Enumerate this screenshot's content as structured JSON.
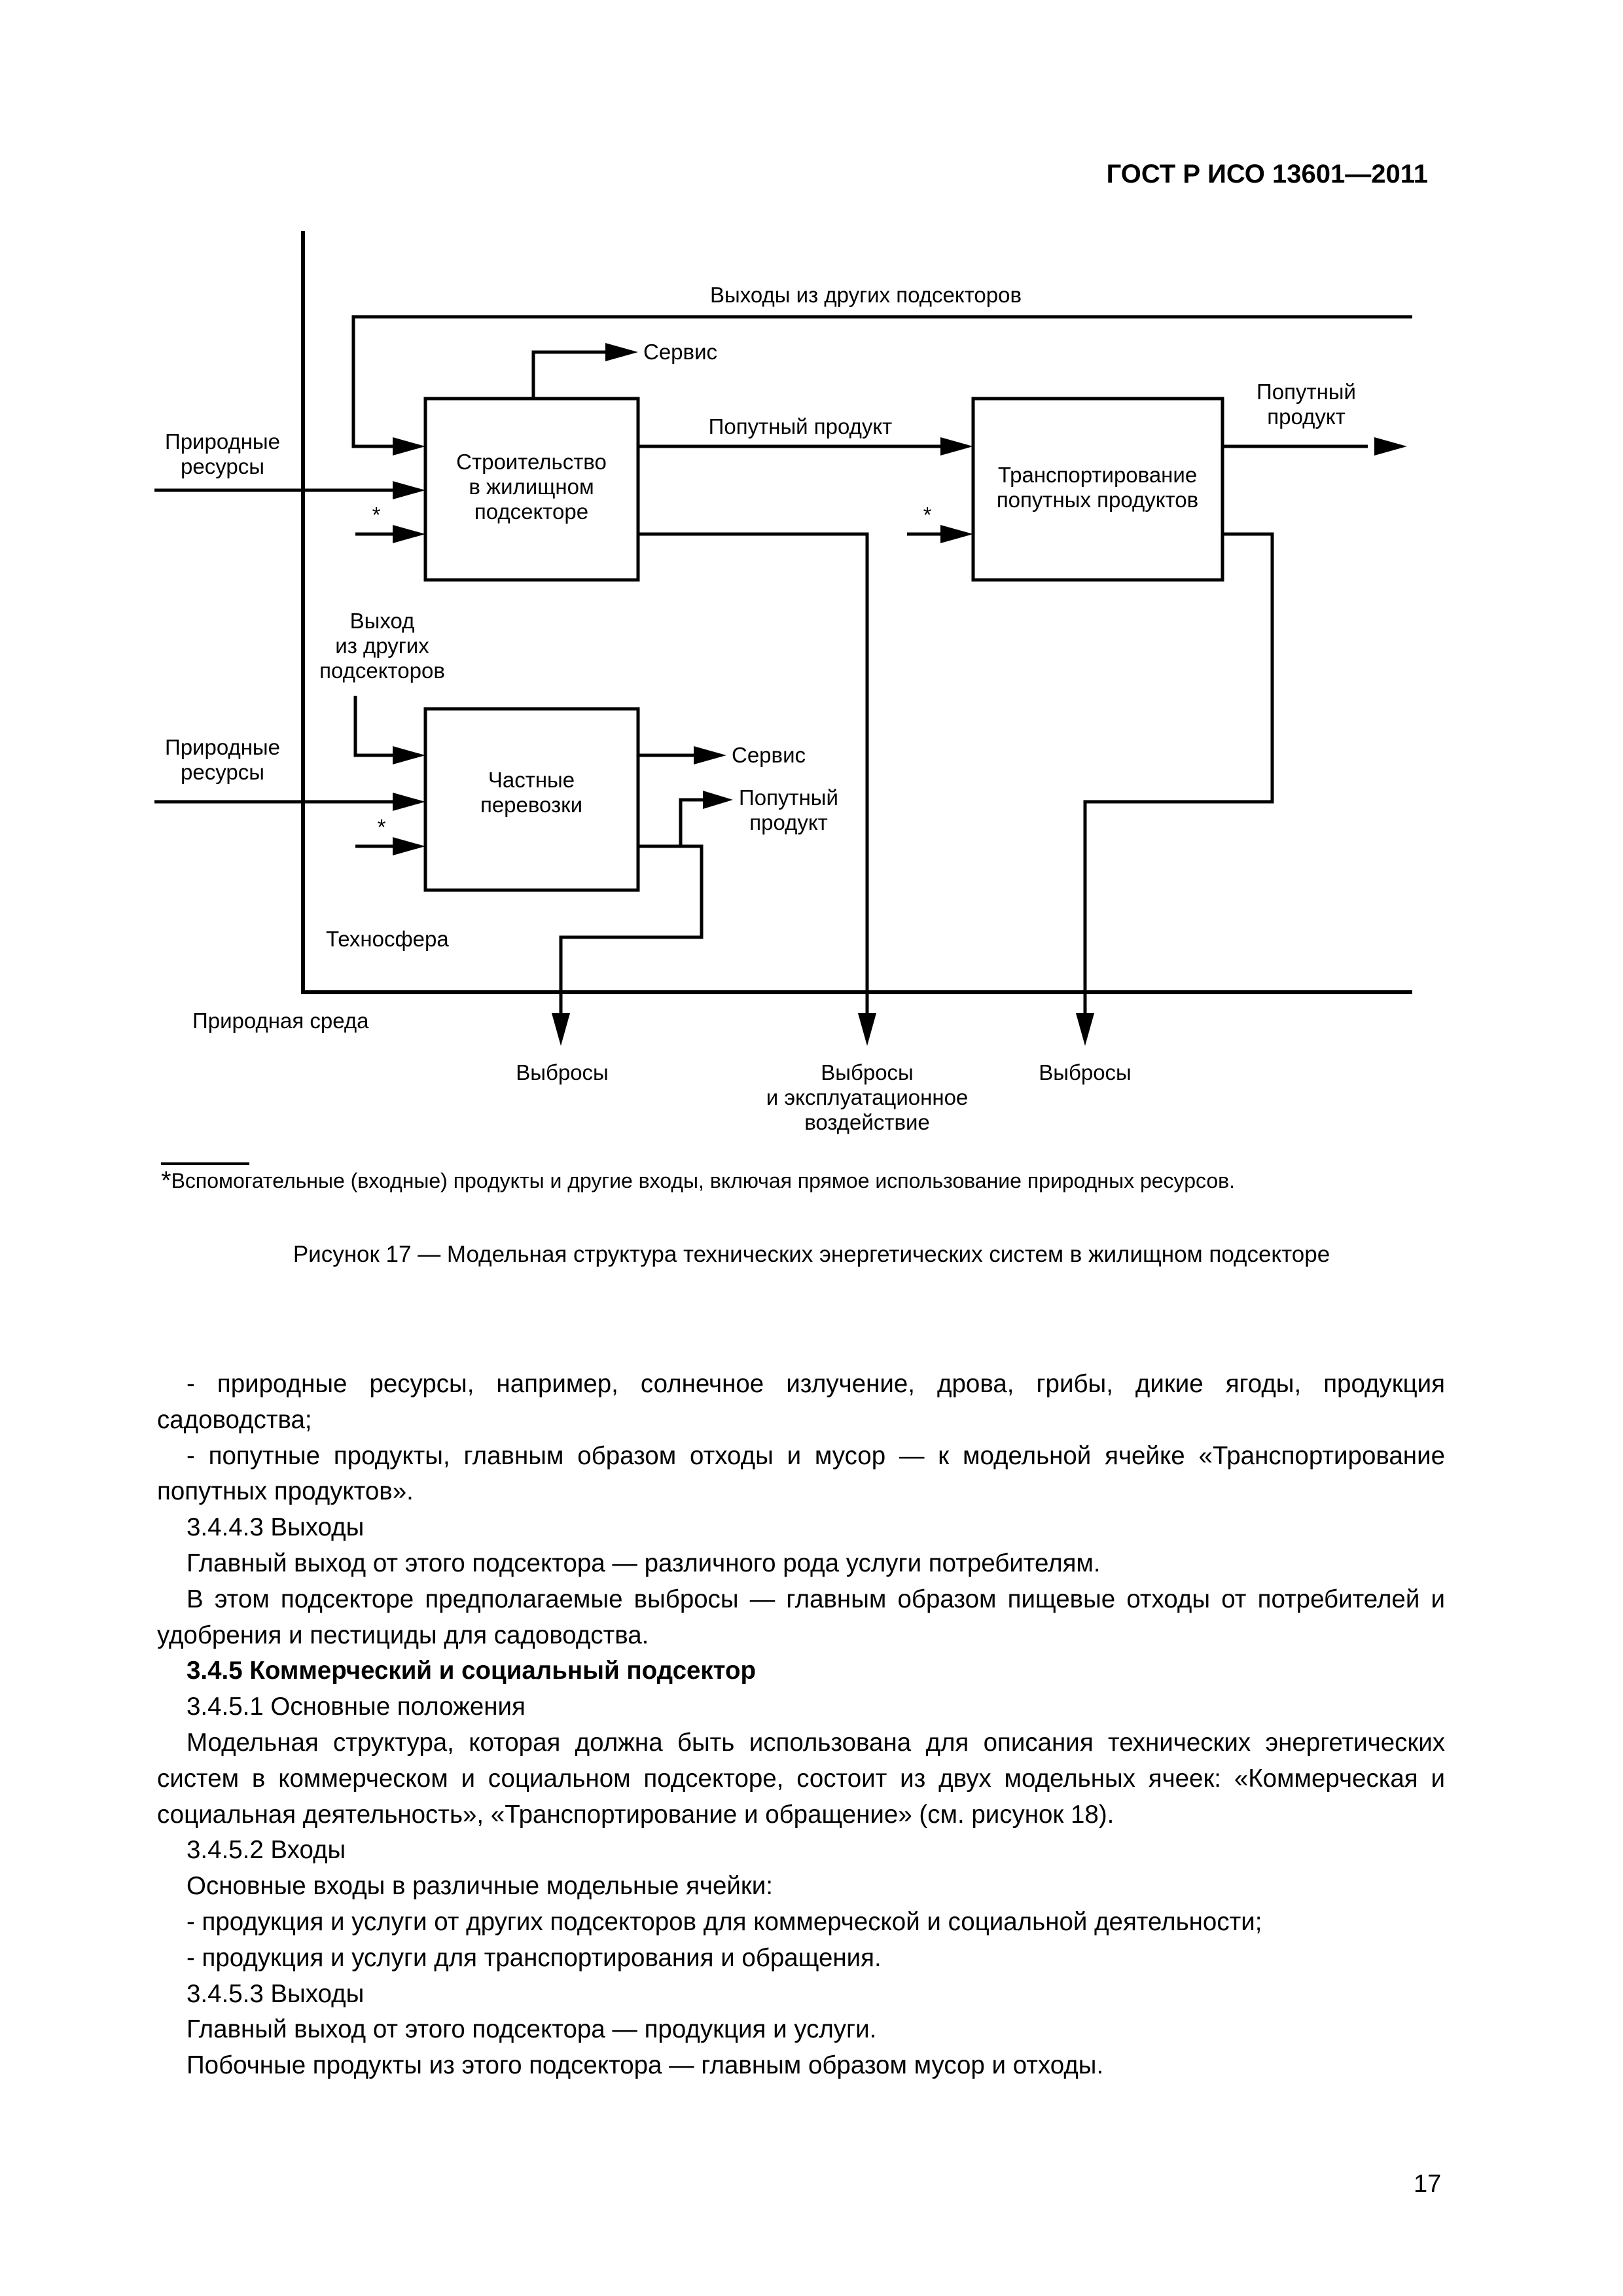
{
  "header": {
    "doc_id": "ГОСТ Р ИСО 13601—2011"
  },
  "diagram": {
    "top_label": "Выходы из других подсекторов",
    "service_1": "Сервис",
    "byproduct_1": "Попутный продукт",
    "byproduct_out": [
      "Попутный",
      "продукт"
    ],
    "natural_resources_1": [
      "Природные",
      "ресурсы"
    ],
    "box1": [
      "Строительство",
      "в жилищном",
      "подсекторе"
    ],
    "box2": [
      "Транспортирование",
      "попутных продуктов"
    ],
    "asterisk": "*",
    "other_subsectors_output": [
      "Выход",
      "из других",
      "подсекторов"
    ],
    "natural_resources_2": [
      "Природные",
      "ресурсы"
    ],
    "box3": [
      "Частные",
      "перевозки"
    ],
    "service_2": "Сервис",
    "byproduct_2": [
      "Попутный",
      "продукт"
    ],
    "technosphere": "Техносфера",
    "natural_environment": "Природная среда",
    "emissions_1": "Выбросы",
    "emissions_2": [
      "Выбросы",
      "и эксплуатационное",
      "воздействие"
    ],
    "emissions_3": "Выбросы"
  },
  "footnote": {
    "star": "*",
    "text": "Вспомогательные (входные) продукты и другие входы, включая прямое использование природных ресурсов."
  },
  "caption": "Рисунок 17 — Модельная структура технических энергетических систем в жилищном подсекторе",
  "body": [
    {
      "type": "para",
      "text": "- природные ресурсы, например, солнечное излучение, дрова, грибы, дикие ягоды, продукция садоводства;"
    },
    {
      "type": "para",
      "text": "- попутные продукты, главным образом отходы и мусор — к модельной ячейке «Транспортирование попутных продуктов»."
    },
    {
      "type": "para",
      "text": "3.4.4.3 Выходы"
    },
    {
      "type": "para",
      "text": "Главный выход от этого подсектора — различного рода услуги потребителям."
    },
    {
      "type": "para",
      "text": "В этом подсекторе предполагаемые выбросы — главным образом пищевые отходы от потребителей и удобрения и пестициды для садоводства."
    },
    {
      "type": "heading",
      "text": "3.4.5 Коммерческий и социальный подсектор"
    },
    {
      "type": "para",
      "text": "3.4.5.1 Основные положения"
    },
    {
      "type": "para",
      "text": "Модельная структура, которая должна быть использована для описания технических энергетических систем в коммерческом и социальном подсекторе, состоит из двух модельных ячеек: «Коммерческая и социальная деятельность», «Транспортирование и обращение» (см. рисунок 18)."
    },
    {
      "type": "para",
      "text": "3.4.5.2 Входы"
    },
    {
      "type": "para",
      "text": "Основные входы в различные модельные ячейки:"
    },
    {
      "type": "para",
      "text": "- продукция и услуги от других подсекторов для коммерческой и социальной деятельности;"
    },
    {
      "type": "para",
      "text": "- продукция и услуги для транспортирования и обращения."
    },
    {
      "type": "para",
      "text": "3.4.5.3 Выходы"
    },
    {
      "type": "para",
      "text": "Главный выход от этого подсектора — продукция и услуги."
    },
    {
      "type": "para",
      "text": "Побочные продукты из этого подсектора — главным образом мусор и отходы."
    }
  ],
  "page_number": "17"
}
